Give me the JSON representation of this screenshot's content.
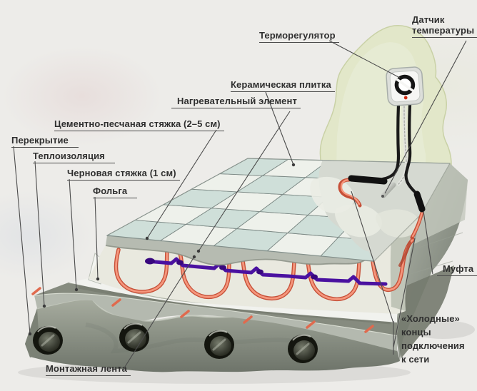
{
  "figure": {
    "kind": "floor-heating-construction-diagram"
  },
  "labels": {
    "thermostat": "Терморегулятор",
    "temperature_sensor": {
      "line1": "Датчик",
      "line2": "температуры"
    },
    "ceramic_tile": "Керамическая плитка",
    "heating_element": "Нагревательный элемент",
    "cement_sand_screed": "Цементно-песчаная стяжка (2–5 см)",
    "floor_slab": "Перекрытие",
    "thermal_insulation": "Теплоизоляция",
    "rough_screed": "Черновая стяжка (1 см)",
    "foil": "Фольга",
    "coupling": "Муфта",
    "cold_ends": {
      "line1": "«Холодные»",
      "line2": "концы",
      "line3": "подключения",
      "line4": "к сети"
    },
    "mounting_tape": "Монтажная лента"
  },
  "colors": {
    "background": "#edece9",
    "wall": "#e2e7c9",
    "tile_light": "#eef1eb",
    "tile_teal": "#cfdfd9",
    "tile_grout": "#7d8a86",
    "concrete_slab": "#8d9387",
    "heating_cable": "#f5967c",
    "heating_cable_dark": "#c65038",
    "mounting_tape": "#4a11a0",
    "power_cable": "#1a1a1a",
    "leader_line": "#4b4b4b",
    "text": "#2f2f2f"
  }
}
